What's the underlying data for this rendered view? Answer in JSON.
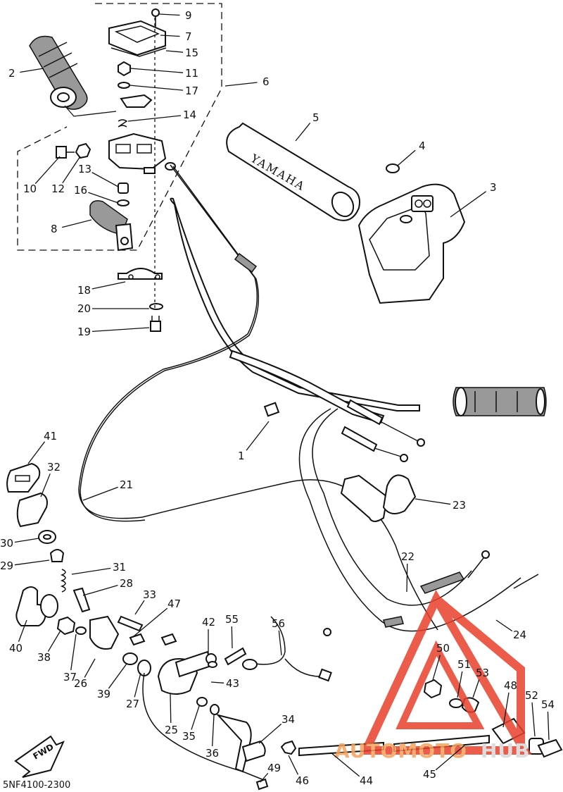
{
  "diagram_code": "5NF4100-2300",
  "direction_label": "FWD",
  "grip_logo_text": "YAMAHA",
  "watermark": {
    "text_left": "AUTOMOTO",
    "text_right": "HUB",
    "color_left": "#f5a25a",
    "color_right": "#d8d8d8",
    "triangle_color": "#e8402c"
  },
  "parts": [
    {
      "id": "1"
    },
    {
      "id": "2"
    },
    {
      "id": "3"
    },
    {
      "id": "4"
    },
    {
      "id": "5"
    },
    {
      "id": "6"
    },
    {
      "id": "7"
    },
    {
      "id": "8"
    },
    {
      "id": "9"
    },
    {
      "id": "10"
    },
    {
      "id": "11"
    },
    {
      "id": "12"
    },
    {
      "id": "13"
    },
    {
      "id": "14"
    },
    {
      "id": "15"
    },
    {
      "id": "16"
    },
    {
      "id": "17"
    },
    {
      "id": "18"
    },
    {
      "id": "19"
    },
    {
      "id": "20"
    },
    {
      "id": "21"
    },
    {
      "id": "22"
    },
    {
      "id": "23"
    },
    {
      "id": "24"
    },
    {
      "id": "25"
    },
    {
      "id": "26"
    },
    {
      "id": "27"
    },
    {
      "id": "28"
    },
    {
      "id": "29"
    },
    {
      "id": "30"
    },
    {
      "id": "31"
    },
    {
      "id": "32"
    },
    {
      "id": "33"
    },
    {
      "id": "34"
    },
    {
      "id": "35"
    },
    {
      "id": "36"
    },
    {
      "id": "37"
    },
    {
      "id": "38"
    },
    {
      "id": "39"
    },
    {
      "id": "40"
    },
    {
      "id": "41"
    },
    {
      "id": "42"
    },
    {
      "id": "43"
    },
    {
      "id": "44"
    },
    {
      "id": "45"
    },
    {
      "id": "46"
    },
    {
      "id": "47"
    },
    {
      "id": "48"
    },
    {
      "id": "49"
    },
    {
      "id": "50"
    },
    {
      "id": "51"
    },
    {
      "id": "52"
    },
    {
      "id": "53"
    },
    {
      "id": "54"
    },
    {
      "id": "55"
    },
    {
      "id": "56"
    }
  ]
}
